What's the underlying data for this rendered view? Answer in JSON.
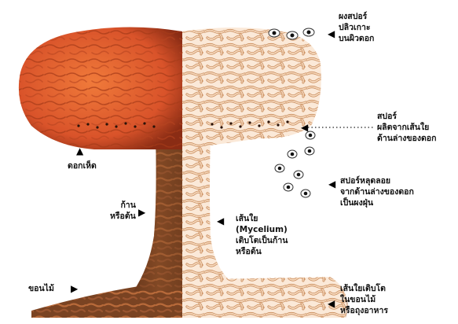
{
  "labels": {
    "mushroom_cap": [
      "ดอกเห็ด"
    ],
    "stem": [
      "ก้าน",
      "หรือต้น"
    ],
    "log": [
      "ขอนไม้"
    ],
    "spore_powder": [
      "ผงสปอร์",
      "ปลิวเกาะ",
      "บนผิวดอก"
    ],
    "spore_produced": [
      "สปอร์",
      "ผลิตจากเส้นใย",
      "ด้านล่างของดอก"
    ],
    "spore_drift": [
      "สปอร์หลุดลอย",
      "จากด้านล่างของดอก",
      "เป็นผงฝุ่น"
    ],
    "mycelium": [
      "เส้นใย",
      "(Mycelium)",
      "เติบโตเป็นก้าน",
      "หรือต้น"
    ],
    "mycelium_growth": [
      "เส้นใยเติบโต",
      "ในขอนไม้",
      "หรือถุงอาหาร"
    ]
  },
  "colors": {
    "cap_orange": "#e8652b",
    "cap_dark": "#8a2c14",
    "stem_brown": "#7a4322",
    "hypha_fill": "#f4d3b4",
    "hypha_line": "#c58a5c"
  }
}
